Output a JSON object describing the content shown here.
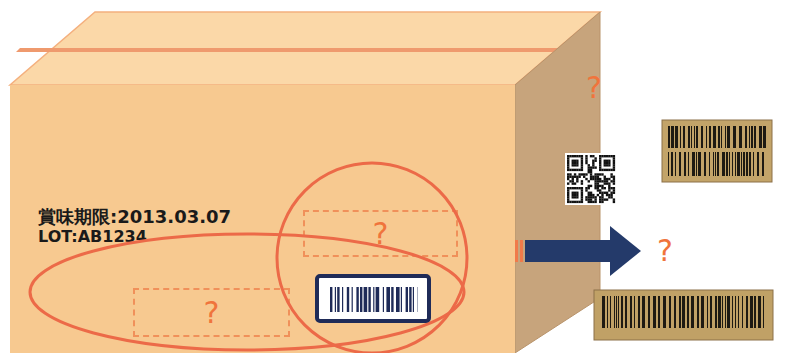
{
  "diagram": {
    "nodes": [
      {
        "text": [
          "賞味期限:2013.03.07",
          "LOT:AB1234"
        ]
      },
      {
        "text": [
          "?"
        ],
        "in": 0
      },
      {
        "text": [
          "?"
        ],
        "in": 0
      }
    ],
    "labels": [
      "?",
      "?"
    ]
  }
}
